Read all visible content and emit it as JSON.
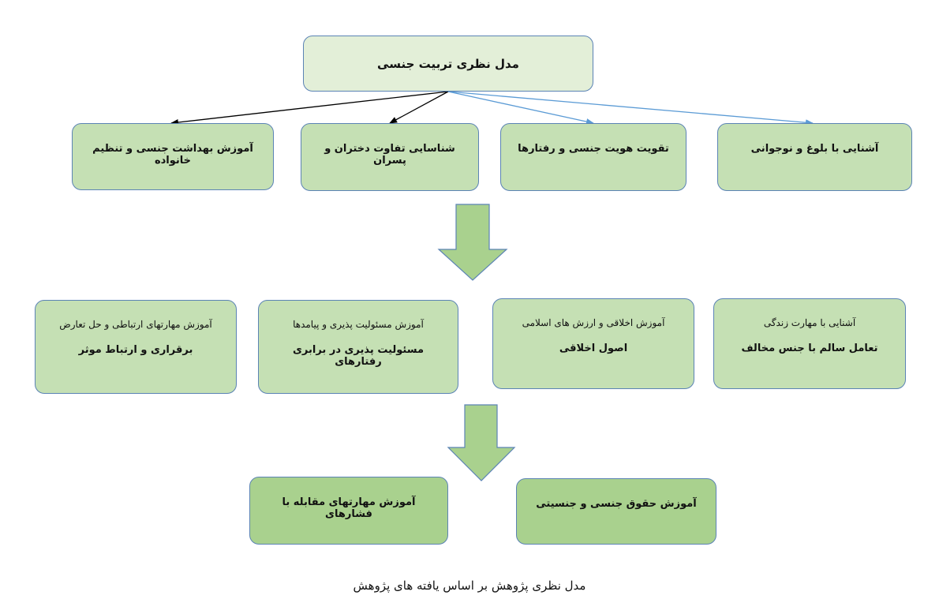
{
  "title": "مدل نظری تربیت جنسی",
  "row1": [
    "آموزش بهداشت جنسی و تنظیم خانواده",
    "شناسایی تفاوت دختران و پسران",
    "تقویت هویت  جنسی و رفتارها",
    "آشنایی با بلوغ و نوجوانی"
  ],
  "row2": [
    {
      "line1": "آموزش مهارتهای ارتباطی و حل تعارض",
      "line2": "برقراری و ارتباط موثر"
    },
    {
      "line1": "آموزش مسئولیت پذیری و پیامدها",
      "line2": "مسئولیت پذیری در برابری رفتارهای"
    },
    {
      "line1": "آموزش اخلاقی و ارزش های اسلامی",
      "line2": "اصول اخلاقی"
    },
    {
      "line1": "آشنایی با مهارت زندگی",
      "line2": "تعامل سالم با جنس مخالف"
    }
  ],
  "row3": [
    "آموزش مهارتهای مقابله  با فشارهای",
    "آموزش حقوق جنسی و جنسیتی"
  ],
  "caption": "مدل نظری پژوهش بر اساس یافته های پژوهش",
  "colors": {
    "border": "#5b83b5",
    "title_fill": "#e3efd8",
    "box_fill": "#c5e0b4",
    "bottom_fill": "#a9d18e",
    "arrow_fill": "#a9d18e",
    "black_arrow": "#000000",
    "blue_arrow": "#5b9bd5"
  }
}
